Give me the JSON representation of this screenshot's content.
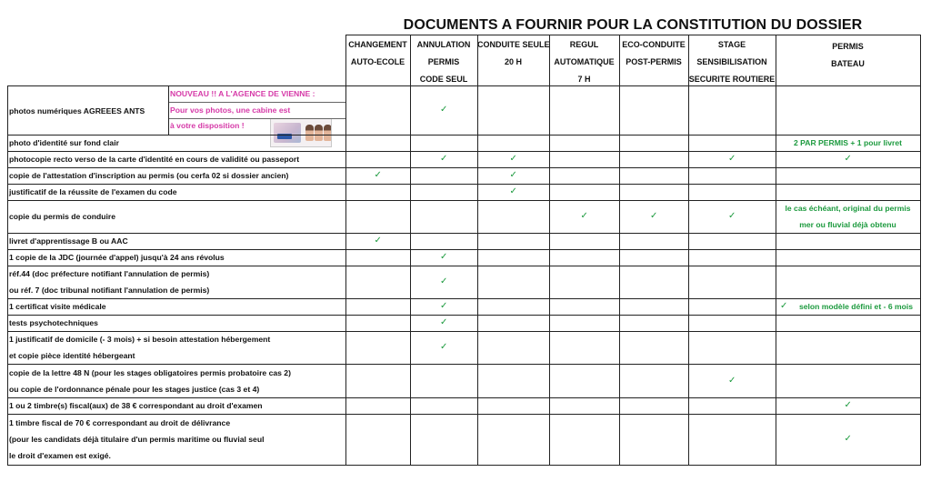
{
  "title": "DOCUMENTS A FOURNIR POUR LA CONSTITUTION DU DOSSIER",
  "columns": [
    {
      "id": "changement",
      "lines": [
        "CHANGEMENT",
        "AUTO-ECOLE"
      ]
    },
    {
      "id": "annulation",
      "lines": [
        "ANNULATION",
        "PERMIS",
        "CODE SEUL"
      ]
    },
    {
      "id": "conduite",
      "lines": [
        "CONDUITE SEULE",
        "20 H"
      ]
    },
    {
      "id": "regul",
      "lines": [
        "REGUL",
        "AUTOMATIQUE",
        "7 H"
      ]
    },
    {
      "id": "eco",
      "lines": [
        "ECO-CONDUITE",
        "POST-PERMIS"
      ]
    },
    {
      "id": "stage",
      "lines": [
        "STAGE",
        "SENSIBILISATION",
        "SECURITE ROUTIERE"
      ]
    },
    {
      "id": "bateau",
      "lines": [
        "PERMIS",
        "BATEAU"
      ]
    }
  ],
  "notice": {
    "lines": [
      "NOUVEAU !! A L'AGENCE DE VIENNE :",
      "Pour vos photos, une cabine est",
      "à votre disposition !"
    ],
    "image": "photo-booth-sample-icon"
  },
  "rows": [
    {
      "lines": [
        "photos numériques AGREEES ANTS"
      ],
      "checks": [
        "annulation"
      ]
    },
    {
      "lines": [
        "photo d'identité sur fond clair"
      ],
      "checks": [],
      "bateau_text": [
        "2 PAR PERMIS + 1 pour livret"
      ]
    },
    {
      "lines": [
        "photocopie recto verso de la carte d'identité en cours de validité ou passeport"
      ],
      "checks": [
        "annulation",
        "conduite",
        "stage",
        "bateau"
      ]
    },
    {
      "lines": [
        "copie de l'attestation d'inscription au permis (ou cerfa 02 si dossier ancien)"
      ],
      "checks": [
        "changement",
        "conduite"
      ]
    },
    {
      "lines": [
        "justificatif de la réussite de l'examen du code"
      ],
      "checks": [
        "conduite"
      ]
    },
    {
      "lines": [
        "copie du permis de conduire"
      ],
      "checks": [
        "regul",
        "eco",
        "stage"
      ],
      "bateau_text": [
        "le cas échéant, original du permis",
        "mer ou fluvial déjà obtenu"
      ]
    },
    {
      "lines": [
        "livret d'apprentissage B ou AAC"
      ],
      "checks": [
        "changement"
      ]
    },
    {
      "lines": [
        "1 copie de la JDC (journée d'appel) jusqu'à 24 ans révolus"
      ],
      "checks": [
        "annulation"
      ]
    },
    {
      "lines": [
        "réf.44 (doc préfecture notifiant l'annulation de permis)",
        "ou réf. 7 (doc tribunal notifiant l'annulation de permis)"
      ],
      "checks": [
        "annulation"
      ]
    },
    {
      "lines": [
        "1 certificat visite médicale"
      ],
      "checks": [
        "annulation"
      ],
      "bateau_text": [
        "selon modèle défini et - 6 mois"
      ],
      "bateau_check": true
    },
    {
      "lines": [
        "tests psychotechniques"
      ],
      "checks": [
        "annulation"
      ]
    },
    {
      "lines": [
        "1 justificatif de domicile (- 3 mois) + si besoin attestation hébergement",
        "et copie pièce identité hébergeant"
      ],
      "checks": [
        "annulation"
      ]
    },
    {
      "lines": [
        "copie de la lettre 48 N (pour les stages obligatoires permis probatoire cas 2)",
        "ou copie de l'ordonnance pénale pour les stages justice (cas 3 et 4)"
      ],
      "checks": [
        "stage"
      ]
    },
    {
      "lines": [
        "1 ou 2 timbre(s) fiscal(aux) de 38 € correspondant au droit d'examen"
      ],
      "checks": [
        "bateau"
      ]
    },
    {
      "lines": [
        "1 timbre fiscal de 70 € correspondant au droit de délivrance",
        "(pour les candidats déjà titulaire d'un permis maritime ou fluvial seul",
        "le droit d'examen est exigé."
      ],
      "checks": [
        "bateau"
      ]
    }
  ],
  "check_symbol": "✓",
  "colors": {
    "check": "#1c9a3e",
    "notice": "#d63aa8",
    "border": "#222222"
  }
}
